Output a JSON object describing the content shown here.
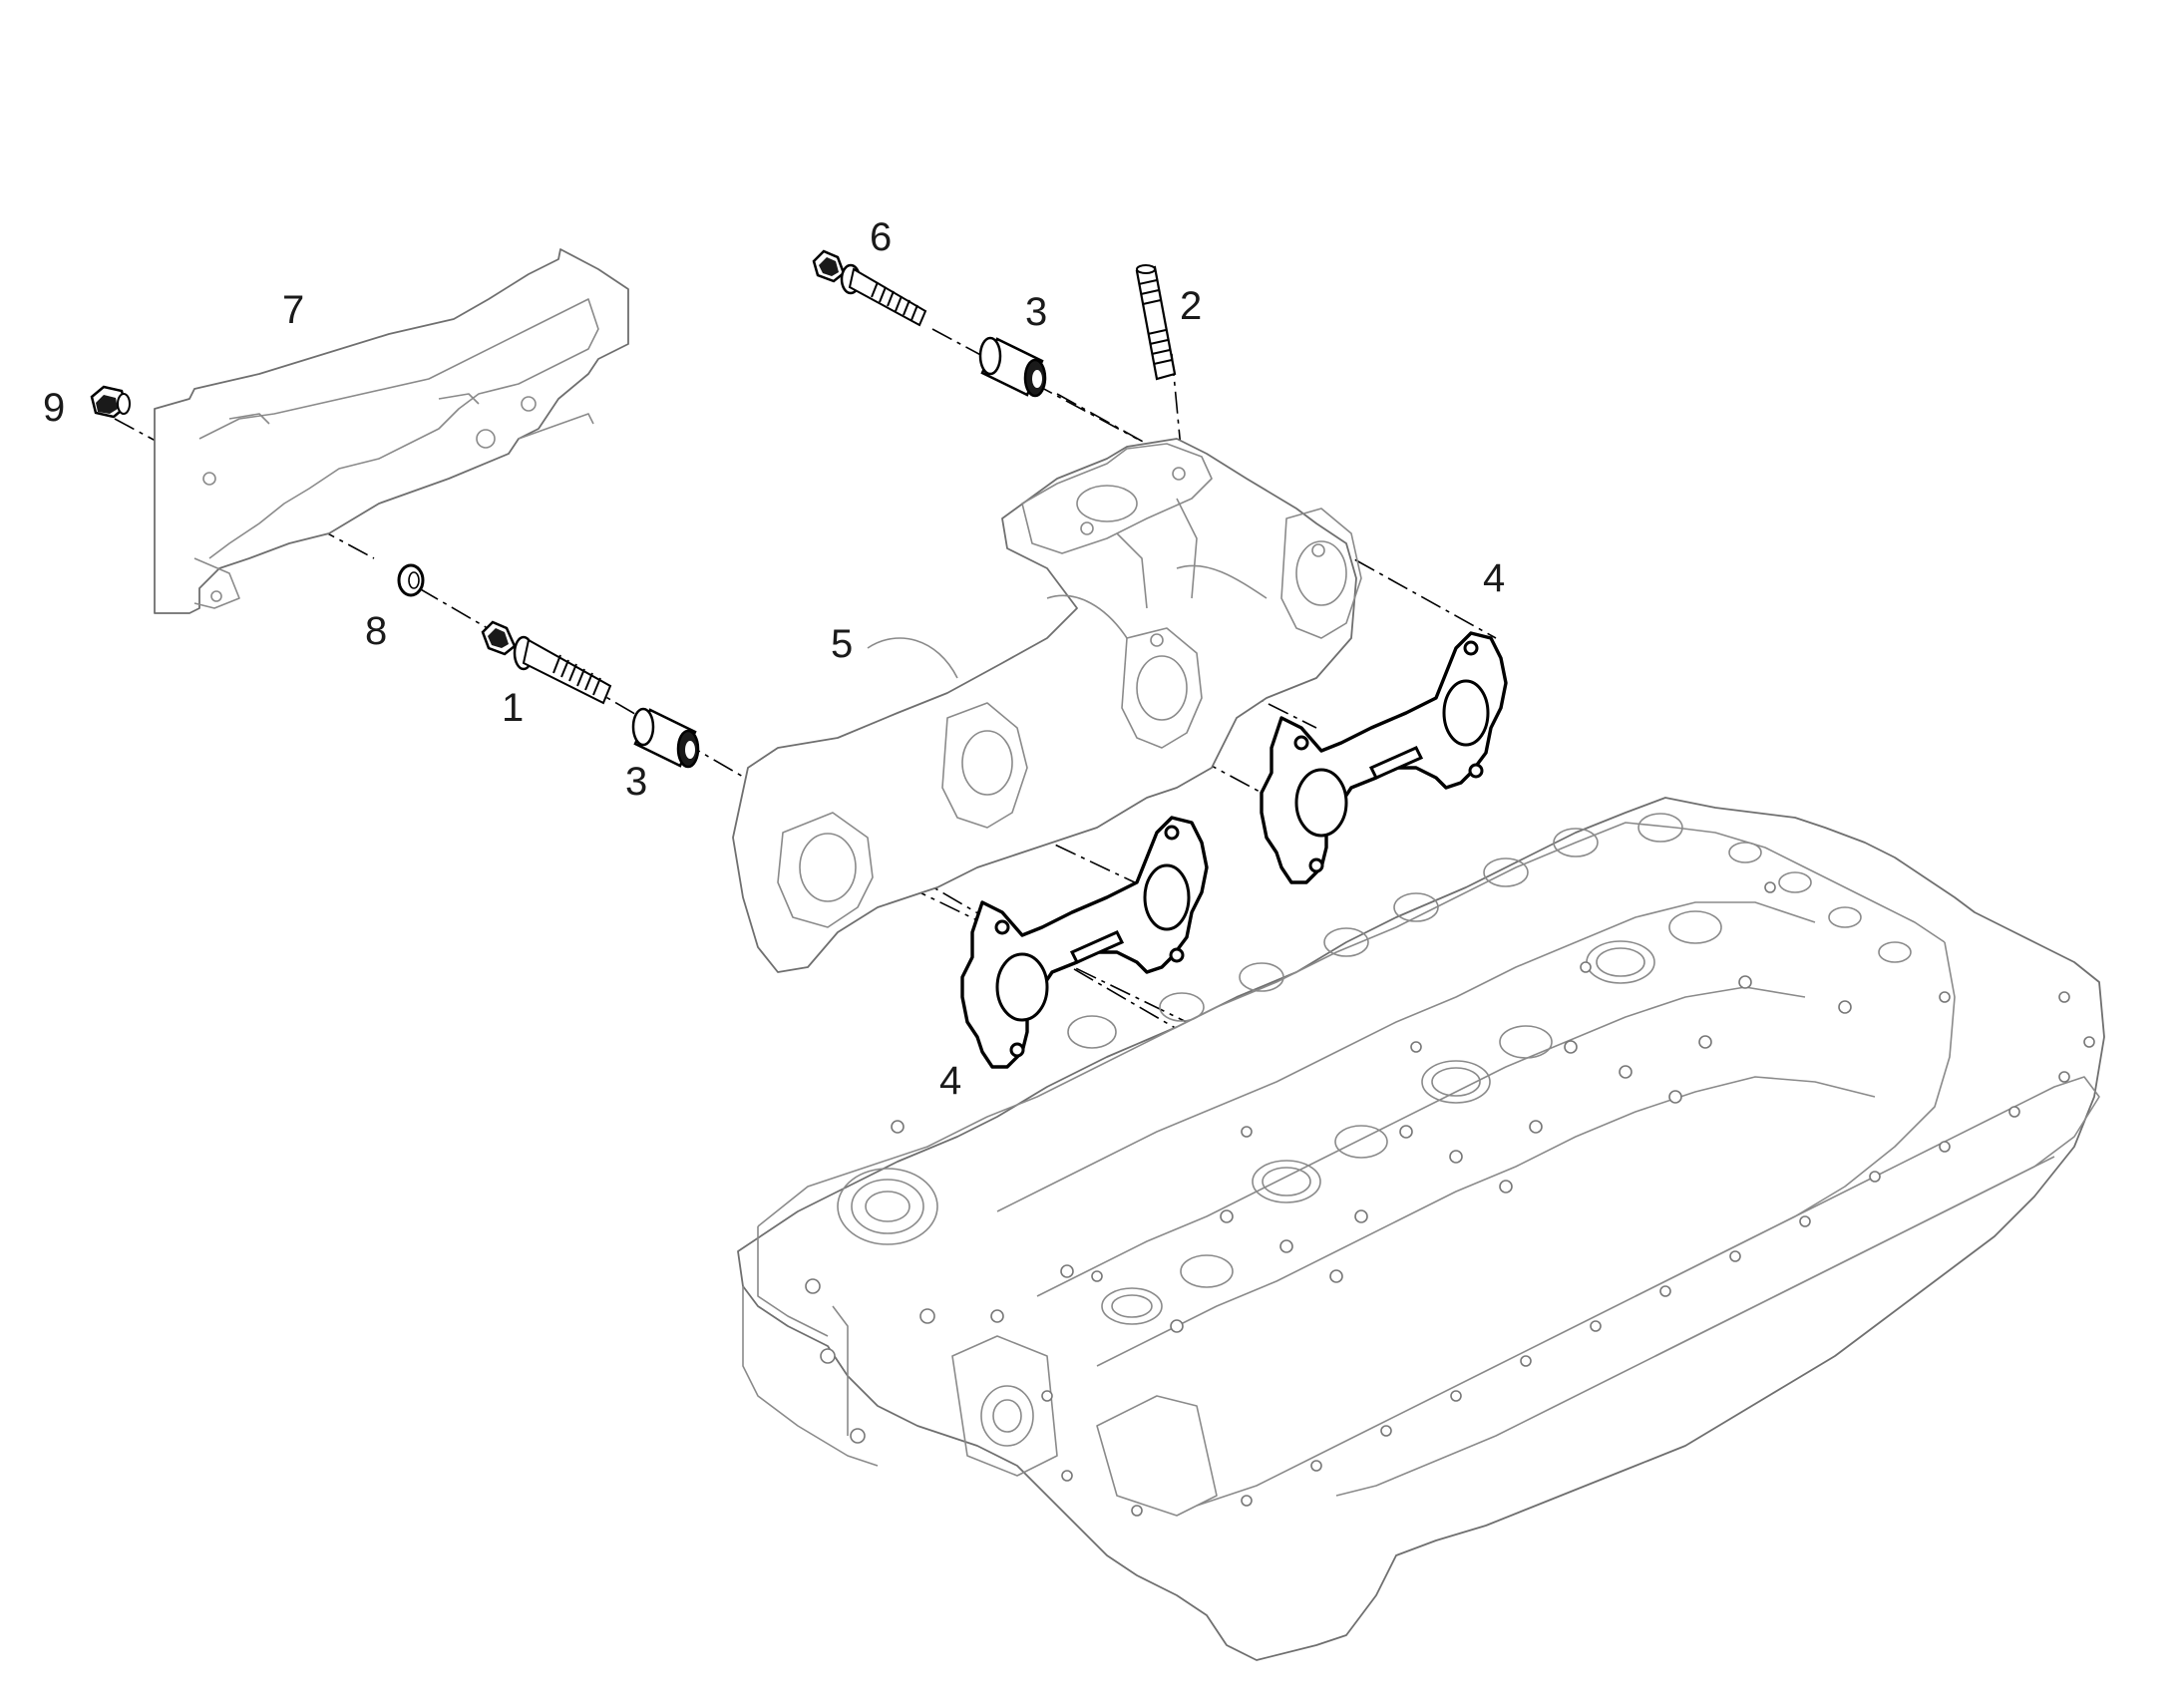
{
  "callouts": [
    {
      "id": "1",
      "label": "1"
    },
    {
      "id": "2",
      "label": "2"
    },
    {
      "id": "3a",
      "label": "3"
    },
    {
      "id": "3b",
      "label": "3"
    },
    {
      "id": "4a",
      "label": "4"
    },
    {
      "id": "4b",
      "label": "4"
    },
    {
      "id": "5",
      "label": "5"
    },
    {
      "id": "6",
      "label": "6"
    },
    {
      "id": "7",
      "label": "7"
    },
    {
      "id": "8",
      "label": "8"
    },
    {
      "id": "9",
      "label": "9"
    }
  ],
  "colors": {
    "line": "#000000",
    "part_outline": "#8a8a8a",
    "background": "#ffffff"
  }
}
